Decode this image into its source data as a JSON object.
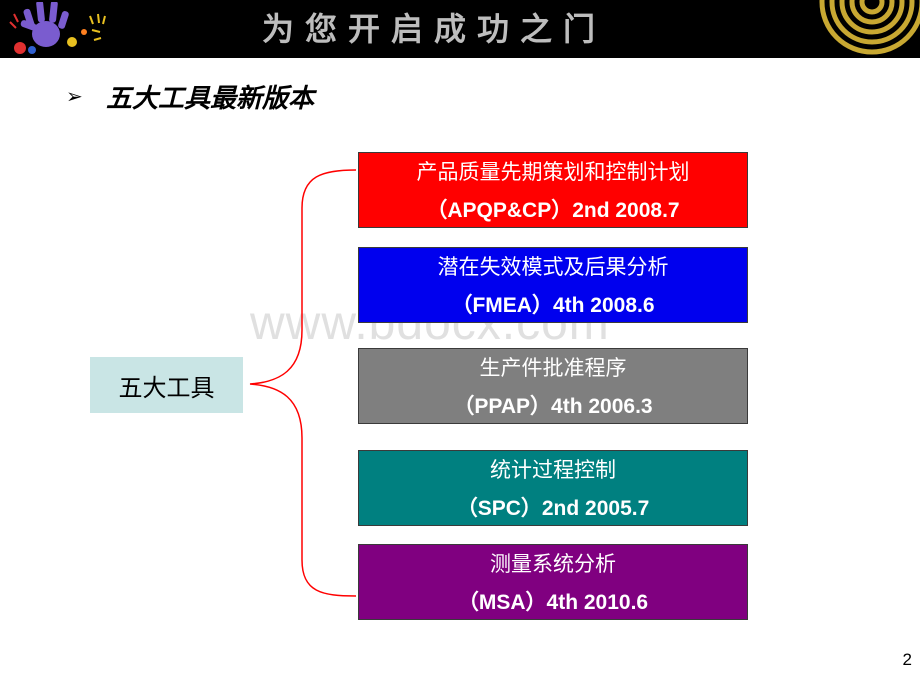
{
  "header": {
    "title": "为您开启成功之门"
  },
  "watermark": "www.bdocx.com",
  "heading": {
    "bullet": "Ø",
    "text": "五大工具最新版本"
  },
  "root": {
    "label": "五大工具"
  },
  "tools": [
    {
      "name": "产品质量先期策划和控制计划",
      "edition": "（APQP&CP）2nd 2008.7",
      "color": "#ff0000"
    },
    {
      "name": "潜在失效模式及后果分析",
      "edition": "（FMEA）4th 2008.6",
      "color": "#0000ee"
    },
    {
      "name": "生产件批准程序",
      "edition": "（PPAP）4th 2006.3",
      "color": "#7f7f7f"
    },
    {
      "name": "统计过程控制",
      "edition": "（SPC）2nd 2005.7",
      "color": "#008080"
    },
    {
      "name": "测量系统分析",
      "edition": "（MSA）4th 2010.6",
      "color": "#800080"
    }
  ],
  "colors": {
    "header_bg": "#000000",
    "root_bg": "#c9e5e5",
    "brace": "#ff0000"
  },
  "page_number": "2"
}
